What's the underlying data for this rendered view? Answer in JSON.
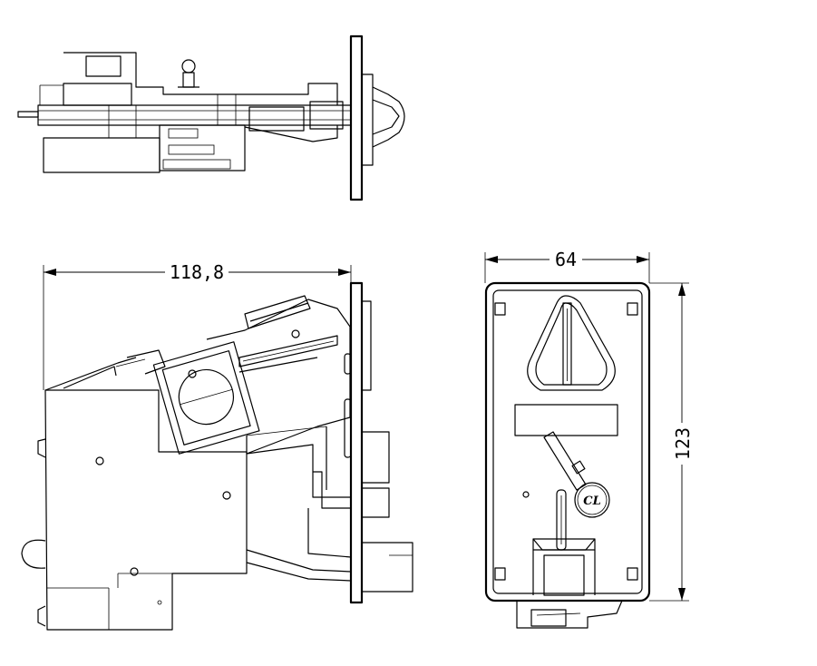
{
  "dimensions": {
    "side_length": "118,8",
    "front_width": "64",
    "front_height": "123"
  },
  "front_view": {
    "logo_text": "CL"
  }
}
